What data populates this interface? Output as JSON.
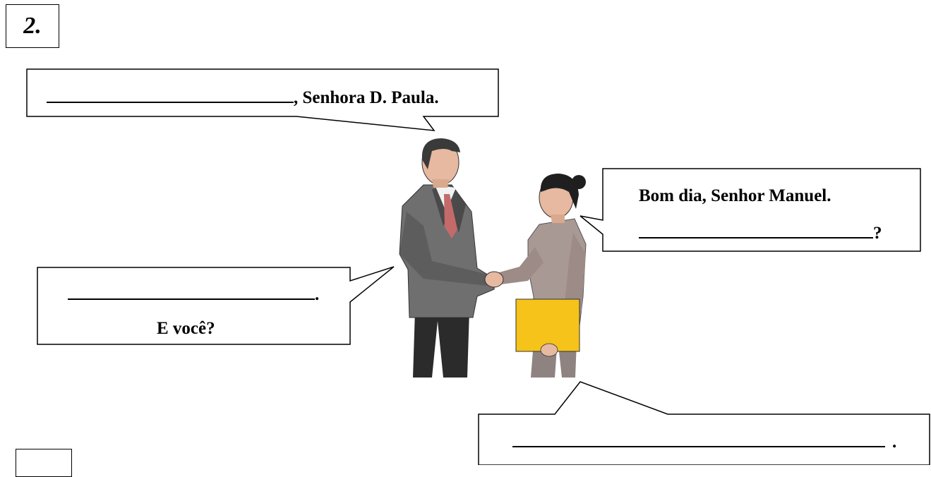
{
  "exercise": {
    "number": "2."
  },
  "bubbles": {
    "top_left": {
      "suffix": ", Senhora D. Paula."
    },
    "right": {
      "line1": "Bom dia, Senhor Manuel.",
      "suffix": "?"
    },
    "left": {
      "suffix": ".",
      "line2": "E você?"
    },
    "bottom_right": {
      "suffix": "."
    }
  },
  "illustration": {
    "description_icon": "handshake-illustration"
  }
}
